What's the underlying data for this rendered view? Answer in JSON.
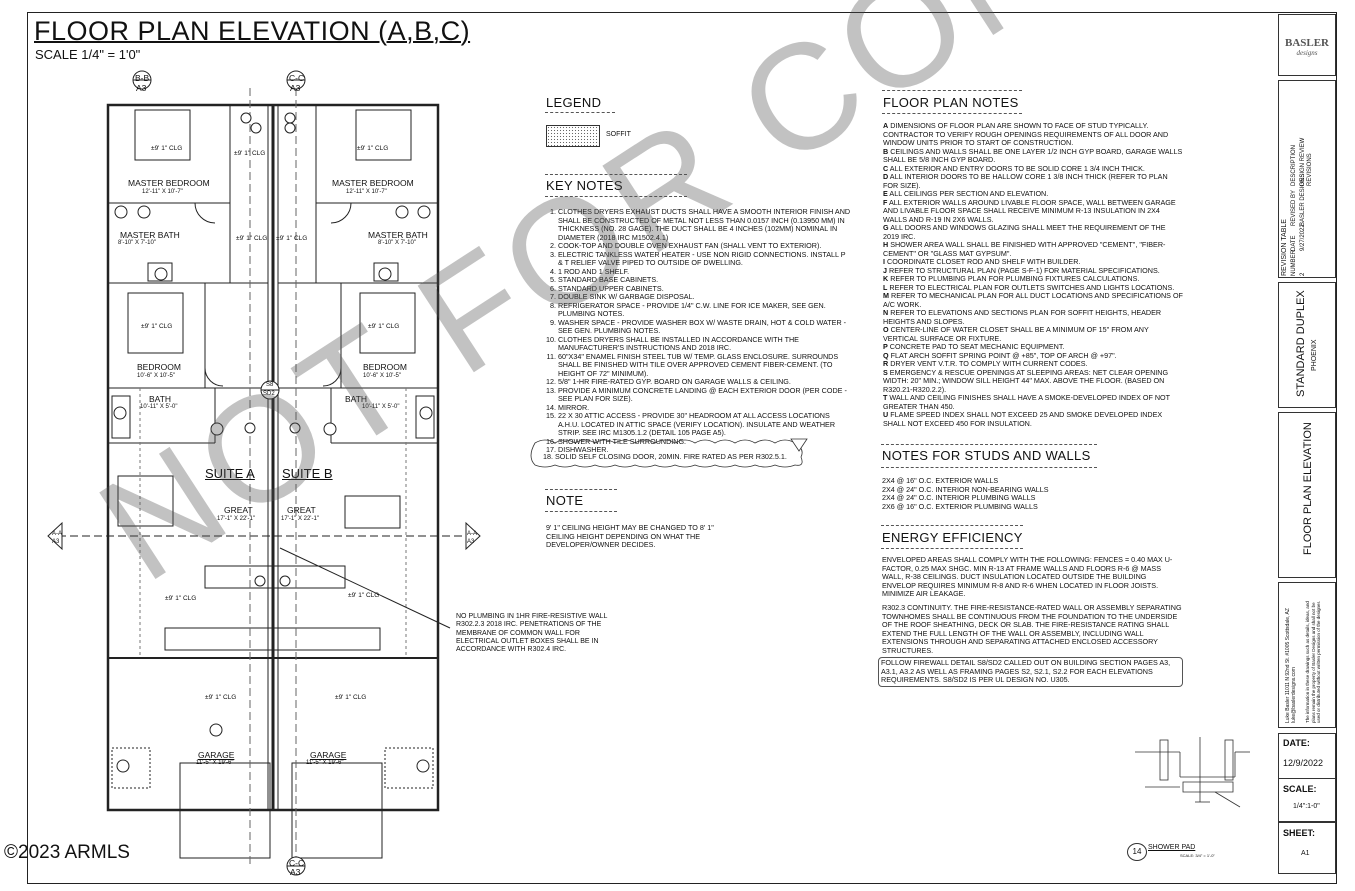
{
  "title": "FLOOR PLAN ELEVATION (A,B,C)",
  "scale": "SCALE 1/4\" = 1'0\"",
  "plan": {
    "rooms": {
      "master_bedroom": "MASTER BEDROOM",
      "master_bedroom_dim": "12'-11\" X 10'-7\"",
      "master_bath": "MASTER BATH",
      "master_bath_dim": "8'-10\" X 7'-10\"",
      "bedroom": "BEDROOM",
      "bedroom_dim": "10'-6\" X 10'-5\"",
      "bath": "BATH",
      "bath_dim": "10'-11\" X 5'-0\"",
      "great": "GREAT",
      "great_dim": "17'-1\" X 22'-1\"",
      "garage": "GARAGE",
      "garage_dim": "11'-5\" X 19'-6\""
    },
    "suite_a": "SUITE A",
    "suite_b": "SUITE B",
    "clg_9_1": "±9' 1\" CLG",
    "section_bb": "B-B",
    "section_cc": "C-C",
    "section_aa": "A-A",
    "sheet_ref": "A3",
    "detail_s8": "S8",
    "detail_sd2": "SD2",
    "plumbing_note": "NO PLUMBING IN 1HR FIRE-RESISTIVE WALL R302.2.3 2018 IRC. PENETRATIONS OF THE MEMBRANE OF COMMON WALL FOR ELECTRICAL OUTLET BOXES SHALL BE IN ACCORDANCE WITH R302.4 IRC."
  },
  "legend": {
    "heading": "LEGEND",
    "soffit": "SOFFIT"
  },
  "key_notes": {
    "heading": "KEY NOTES",
    "items": [
      "CLOTHES DRYERS EXHAUST DUCTS SHALL HAVE A SMOOTH INTERIOR FINISH AND SHALL BE CONSTRUCTED OF METAL NOT LESS THAN 0.0157 INCH (0.13950 MM) IN THICKNESS (NO. 28 GAGE). THE DUCT SHALL BE 4 INCHES (102MM) NOMINAL IN DIAMETER (2018 IRC M1502.4.1)",
      "COOK-TOP AND DOUBLE OVEN EXHAUST FAN (SHALL VENT TO EXTERIOR).",
      "ELECTRIC TANKLESS WATER HEATER - USE NON RIGID CONNECTIONS. INSTALL P & T RELIEF VALVE PIPED TO OUTSIDE OF DWELLING.",
      "1 ROD AND 1 SHELF.",
      "STANDARD BASE CABINETS.",
      "STANDARD UPPER CABINETS.",
      "DOUBLE SINK W/ GARBAGE DISPOSAL.",
      "REFRIGERATOR SPACE - PROVIDE 1/4\" C.W. LINE FOR ICE MAKER, SEE GEN. PLUMBING NOTES.",
      "WASHER SPACE - PROVIDE WASHER BOX W/ WASTE DRAIN, HOT & COLD WATER - SEE GEN. PLUMBING NOTES.",
      "CLOTHES DRYERS SHALL BE INSTALLED IN ACCORDANCE WITH THE MANUFACTURER'S INSTRUCTIONS AND 2018 IRC.",
      "60\"X34\" ENAMEL FINISH STEEL TUB W/ TEMP. GLASS ENCLOSURE. SURROUNDS SHALL BE FINISHED WITH TILE OVER APPROVED CEMENT FIBER-CEMENT. (TO HEIGHT OF 72\" MINIMUM).",
      "5/8\" 1-HR FIRE-RATED GYP. BOARD ON GARAGE WALLS & CEILING.",
      "PROVIDE A MINIMUM CONCRETE LANDING @ EACH EXTERIOR DOOR (PER CODE - SEE PLAN FOR SIZE).",
      "MIRROR.",
      "22 X 30 ATTIC ACCESS - PROVIDE 30\" HEADROOM AT ALL ACCESS LOCATIONS A.H.U. LOCATED IN ATTIC SPACE (VERIFY LOCATION). INSULATE AND WEATHER STRIP. SEE IRC M1305.1.2 (DETAIL 105 PAGE A5).",
      "SHOWER WITH TILE SURROUNDING.",
      "DISHWASHER."
    ],
    "item18": "18. SOLID SELF CLOSING DOOR, 20MIN. FIRE RATED AS PER R302.5.1."
  },
  "note": {
    "heading": "NOTE",
    "text": "9' 1\" CEILING HEIGHT MAY BE CHANGED TO 8' 1\" CEILING HEIGHT DEPENDING ON WHAT THE DEVELOPER/OWNER DECIDES."
  },
  "floor_plan_notes": {
    "heading": "FLOOR PLAN NOTES",
    "items": [
      {
        "k": "A",
        "t": "DIMENSIONS OF FLOOR PLAN ARE SHOWN TO FACE OF STUD TYPICALLY. CONTRACTOR TO VERIFY ROUGH OPENINGS REQUIREMENTS OF ALL DOOR AND WINDOW UNITS PRIOR TO START OF CONSTRUCTION."
      },
      {
        "k": "B",
        "t": "CEILINGS AND WALLS SHALL BE ONE LAYER 1/2 INCH GYP BOARD, GARAGE WALLS SHALL BE 5/8 INCH GYP BOARD."
      },
      {
        "k": "C",
        "t": "ALL EXTERIOR AND ENTRY DOORS TO BE SOLID CORE 1 3/4 INCH THICK."
      },
      {
        "k": "D",
        "t": "ALL INTERIOR DOORS TO BE HALLOW CORE 1 3/8 INCH THICK (REFER TO PLAN FOR SIZE)."
      },
      {
        "k": "E",
        "t": "ALL CEILINGS PER SECTION AND ELEVATION."
      },
      {
        "k": "F",
        "t": "ALL EXTERIOR WALLS AROUND LIVABLE FLOOR SPACE, WALL BETWEEN GARAGE AND LIVABLE FLOOR SPACE SHALL RECEIVE MINIMUM R-13 INSULATION IN 2X4 WALLS AND R-19 IN 2X6 WALLS."
      },
      {
        "k": "G",
        "t": "ALL DOORS AND WINDOWS GLAZING SHALL MEET THE REQUIREMENT OF THE 2019 IRC."
      },
      {
        "k": "H",
        "t": "SHOWER AREA WALL SHALL BE FINISHED WITH APPROVED \"CEMENT\", \"FIBER-CEMENT\" OR \"GLASS MAT GYPSUM\"."
      },
      {
        "k": "I",
        "t": "COORDINATE CLOSET ROD AND SHELF WITH BUILDER."
      },
      {
        "k": "J",
        "t": "REFER TO STRUCTURAL PLAN (PAGE S-F-1) FOR MATERIAL SPECIFICATIONS."
      },
      {
        "k": "K",
        "t": "REFER TO PLUMBING PLAN FOR PLUMBING FIXTURES CALCULATIONS."
      },
      {
        "k": "L",
        "t": "REFER TO ELECTRICAL PLAN FOR OUTLETS SWITCHES AND LIGHTS LOCATIONS."
      },
      {
        "k": "M",
        "t": "REFER TO MECHANICAL PLAN FOR ALL DUCT LOCATIONS AND SPECIFICATIONS OF A/C WORK."
      },
      {
        "k": "N",
        "t": "REFER TO ELEVATIONS AND SECTIONS PLAN FOR SOFFIT HEIGHTS, HEADER HEIGHTS AND SLOPES."
      },
      {
        "k": "O",
        "t": "CENTER-LINE OF WATER CLOSET SHALL BE A MINIMUM OF 15\" FROM ANY VERTICAL SURFACE OR FIXTURE."
      },
      {
        "k": "P",
        "t": "CONCRETE PAD TO SEAT MECHANIC EQUIPMENT."
      },
      {
        "k": "Q",
        "t": "FLAT ARCH SOFFIT SPRING POINT @ +85\", TOP OF ARCH @ +97\"."
      },
      {
        "k": "R",
        "t": "DRYER VENT V.T.R. TO COMPLY WITH CURRENT CODES."
      },
      {
        "k": "S",
        "t": "EMERGENCY & RESCUE OPENINGS AT SLEEPING AREAS: NET CLEAR OPENING WIDTH: 20\" MIN.; WINDOW SILL HEIGHT 44\" MAX. ABOVE THE FLOOR. (BASED ON R320.21-R320.2.2)."
      },
      {
        "k": "T",
        "t": "WALL AND CEILING FINISHES SHALL HAVE A SMOKE-DEVELOPED INDEX OF NOT GREATER THAN 450."
      },
      {
        "k": "U",
        "t": "FLAME SPEED INDEX SHALL NOT EXCEED 25 AND SMOKE DEVELOPED INDEX SHALL NOT EXCEED 450 FOR INSULATION."
      }
    ]
  },
  "studs": {
    "heading": "NOTES FOR STUDS AND WALLS",
    "items": [
      "2X4 @ 16\" O.C. EXTERIOR WALLS",
      "2X4 @ 24\" O.C. INTERIOR NON-BEARING WALLS",
      "2X4 @ 24\" O.C. INTERIOR PLUMBING WALLS",
      "2X6 @ 16\" O.C. EXTERIOR PLUMBING WALLS"
    ]
  },
  "energy": {
    "heading": "ENERGY EFFICIENCY",
    "p1": "ENVELOPED AREAS SHALL COMPLY WITH THE FOLLOWING: FENCES = 0.40 MAX U-FACTOR, 0.25 MAX SHGC. MIN R-13 AT FRAME WALLS AND FLOORS R-6 @ MASS WALL, R-38 CEILINGS. DUCT INSULATION LOCATED OUTSIDE THE BUILDING ENVELOP REQUIRES MINIMUM R-8 AND R-6 WHEN LOCATED IN FLOOR JOISTS. MINIMIZE AIR LEAKAGE.",
    "p2": "R302.3 CONTINUITY. THE FIRE-RESISTANCE-RATED WALL OR ASSEMBLY SEPARATING TOWNHOMES SHALL BE CONTINUOUS FROM THE FOUNDATION TO THE UNDERSIDE OF THE ROOF SHEATHING, DECK OR SLAB. THE FIRE-RESISTANCE RATING SHALL EXTEND THE FULL LENGTH OF THE WALL OR ASSEMBLY, INCLUDING WALL EXTENSIONS THROUGH AND SEPARATING ATTACHED ENCLOSED ACCESSORY STRUCTURES.",
    "p3": "FOLLOW FIREWALL DETAIL S8/SD2 CALLED OUT ON BUILDING SECTION PAGES A3, A3.1, A3.2 AS WELL AS FRAMING PAGES S2, S2.1, S2.2 FOR EACH ELEVATIONS REQUIREMENTS. S8/SD2 IS PER UL DESIGN NO. U305."
  },
  "shower_pad": {
    "number": "14",
    "label": "SHOWER PAD",
    "scale": "SCALE: 3/4\" = 1'-0\""
  },
  "title_block": {
    "logo": "BASLER",
    "logo_sub": "designs",
    "revision_table": "REVISION TABLE",
    "col_number": "NUMBER",
    "col_date": "DATE",
    "col_revised_by": "REVISED BY",
    "col_description": "DESCRIPTION",
    "rev_number": "2",
    "rev_date": "9/27/2022",
    "rev_by": "BASLER DESIGNS",
    "rev_desc": "DESIGN REVIEW REVISIONS",
    "project": "STANDARD DUPLEX",
    "city": "PHOENIX",
    "sheet_title": "FLOOR PLAN ELEVATION",
    "designer_info": "Luke Basler 11011 N 92nd St. #1005 Scottsdale, AZ luke@baslerdesigns.com",
    "disclaimer": "The information in these drawings such as details, ideas, and plans remain the property of Basler Designs and shall not be used or distributed without written permission of the designer.",
    "date_label": "DATE:",
    "date_value": "12/9/2022",
    "scale_label": "SCALE:",
    "scale_value": "1/4\":1-0\"",
    "sheet_label": "SHEET:",
    "sheet_value": "A1"
  },
  "watermark": "NOT FOR CONSTRUCTION USE",
  "copyright": "©2023 ARMLS"
}
